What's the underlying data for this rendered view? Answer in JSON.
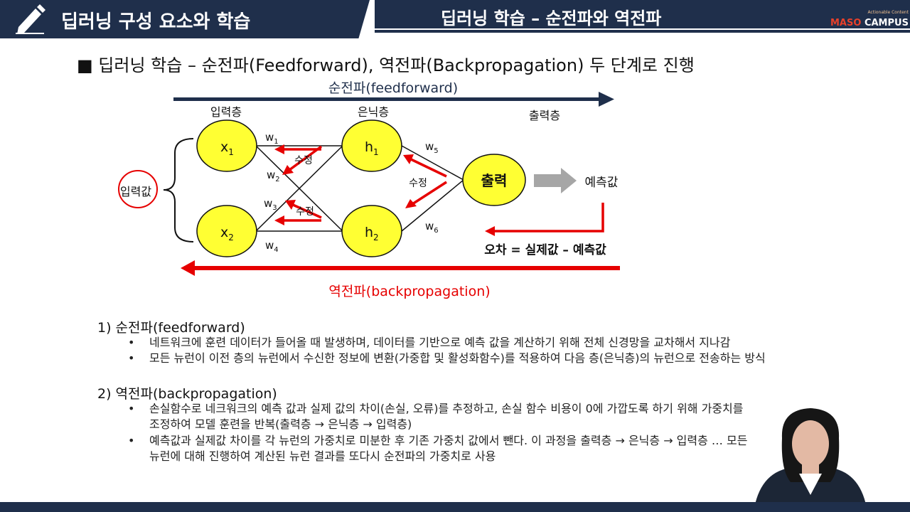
{
  "header": {
    "title": "딥러닝 구성 요소와 학습",
    "section": "딥러닝 학습 – 순전파와 역전파",
    "logo_small": "Actionable Content",
    "logo_maso": "MASO",
    "logo_campus": "CAMPUS"
  },
  "heading": "■ 딥러닝 학습 – 순전파(Feedforward), 역전파(Backpropagation) 두 단계로 진행",
  "diagram": {
    "forward_label": "순전파(feedforward)",
    "backward_label": "역전파(backpropagation)",
    "layer_input": "입력층",
    "layer_hidden": "은닉층",
    "layer_output": "출력층",
    "input_value": "입력값",
    "node_x": "x",
    "node_h": "h",
    "sub1": "1",
    "sub2": "2",
    "w": "w",
    "w_subs": [
      "1",
      "2",
      "3",
      "4",
      "5",
      "6"
    ],
    "modify": "수정",
    "output_node": "출력",
    "prediction": "예측값",
    "error": "오차 = 실제값 – 예측값"
  },
  "sections": [
    {
      "title": "1) 순전파(feedforward)",
      "bullets": [
        [
          "네트워크에 훈련 데이터가 들어올 때 발생하며, 데이터를 기반으로 예측 값을 계산하기 위해 전체 신경망을 교차해서 지나감"
        ],
        [
          "모든 뉴런이 이전 층의 뉴런에서 수신한 정보에 변환(가중합 및 활성화함수)를 적용하여 다음 층(은닉층)의 뉴런으로 전송하는 방식"
        ]
      ]
    },
    {
      "title": "2) 역전파(backpropagation)",
      "bullets": [
        [
          "손실함수로 네크워크의 예측 값과 실제 값의 차이(손실, 오류)를 추정하고, 손실 함수 비용이 0에 가깝도록 하기 위해 가중치를",
          "조정하여 모델 훈련을 반복(출력층 → 은닉층 → 입력층)"
        ],
        [
          "예측값과 실제값 차이를 각 뉴런의 가중치로 미분한 후 기존 가중치 값에서 뺀다. 이 과정을 출력층 → 은닉층 → 입력층 … 모든",
          "뉴런에 대해 진행하여 계산된 뉴런 결과를 또다시 순전파의 가중치로 사용"
        ]
      ]
    }
  ],
  "bullet_symbol": "•",
  "colors": {
    "navy": "#1f2f4b",
    "node_fill": "#ffff33",
    "red": "#e60000",
    "gray_arrow": "#a6a6a6"
  }
}
